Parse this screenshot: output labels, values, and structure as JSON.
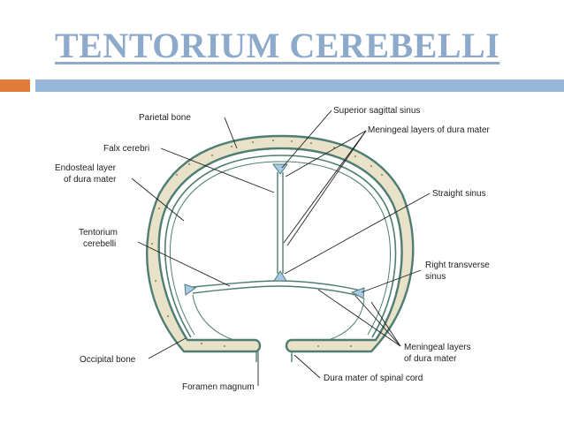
{
  "slide": {
    "title": "TENTORIUM CEREBELLI"
  },
  "colors": {
    "title": "#8eaacb",
    "accent_orange": "#e07b39",
    "accent_blue": "#97b6d8",
    "bone_fill": "#e8e3c8",
    "dura_outline": "#4f7d74",
    "sinus_fill": "#a8c8e8"
  },
  "diagram": {
    "labels_left": {
      "parietal_bone": "Parietal bone",
      "falx_cerebri": "Falx cerebri",
      "endosteal_1": "Endosteal layer",
      "endosteal_2": "of dura mater",
      "tentorium_1": "Tentorium",
      "tentorium_2": "cerebelli",
      "occipital_bone": "Occipital bone",
      "foramen_magnum": "Foramen magnum"
    },
    "labels_right": {
      "superior_sagittal_sinus": "Superior sagittal sinus",
      "meningeal_top": "Meningeal layers of dura mater",
      "straight_sinus": "Straight sinus",
      "right_transverse_1": "Right transverse",
      "right_transverse_2": "sinus",
      "meningeal_bottom_1": "Meningeal layers",
      "meningeal_bottom_2": "of dura mater",
      "dura_spinal_cord": "Dura mater of spinal cord"
    }
  }
}
